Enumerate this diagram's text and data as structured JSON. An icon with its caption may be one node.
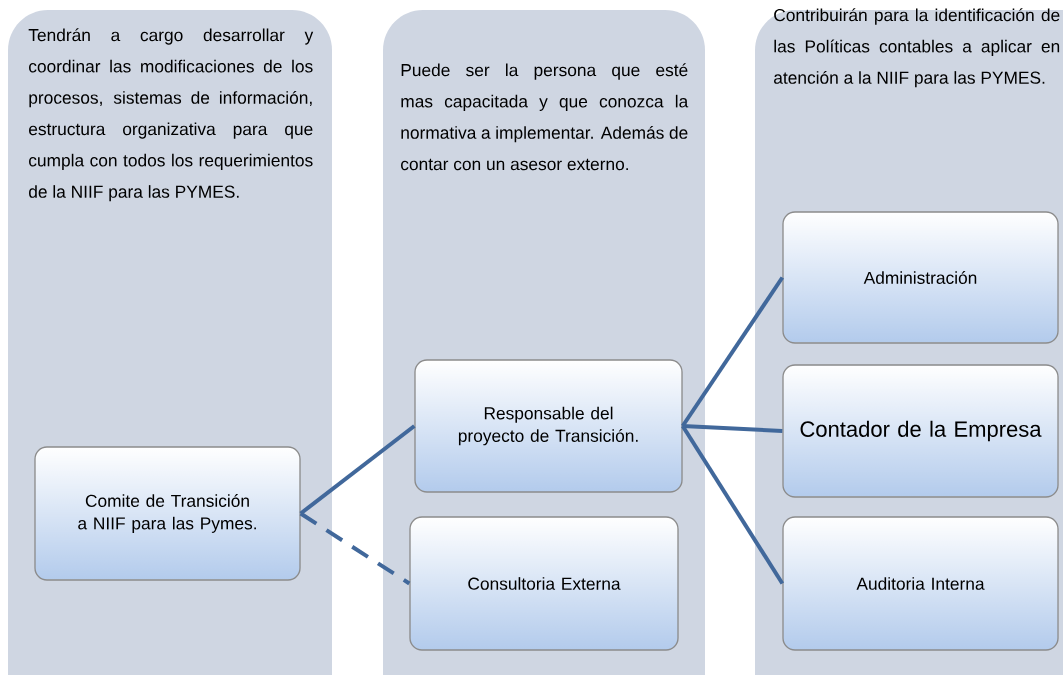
{
  "diagram": {
    "nodes": [
      {
        "text": [
          "Tendrán a cargo desarrollar y coordinar las modificaciones de los procesos, sistemas de información, estructura organizativa para que cumpla con todos los requerimientos de la NIIF para las PYMES."
        ]
      },
      {
        "text": [
          "Comite de Transición a NIIF para las Pymes."
        ],
        "in": 0
      },
      {
        "text": [
          "Puede ser la persona que esté mas capacitada y que conozca la normativa a implementar. Además de contar con un asesor externo."
        ]
      },
      {
        "text": [
          "Responsable del proyecto de Transición."
        ],
        "in": 2
      },
      {
        "text": [
          "Consultoria Externa"
        ],
        "in": 2
      },
      {
        "text": [
          "Contribuirán para la identificación de las Políticas contables a aplicar en atención a la NIIF para las PYMES."
        ]
      },
      {
        "text": [
          "Administración"
        ],
        "in": 5
      },
      {
        "text": [
          "Contador de la Empresa"
        ],
        "in": 5
      },
      {
        "text": [
          "Auditoria Interna"
        ],
        "in": 5
      }
    ],
    "edges": [
      {
        "from": 1,
        "to": 3,
        "arrow": "none"
      },
      {
        "from": 1,
        "to": 4,
        "arrow": "none",
        "style": "dashed"
      },
      {
        "from": 3,
        "to": 6,
        "arrow": "none"
      },
      {
        "from": 3,
        "to": 7,
        "arrow": "none"
      },
      {
        "from": 3,
        "to": 8,
        "arrow": "none"
      }
    ]
  }
}
